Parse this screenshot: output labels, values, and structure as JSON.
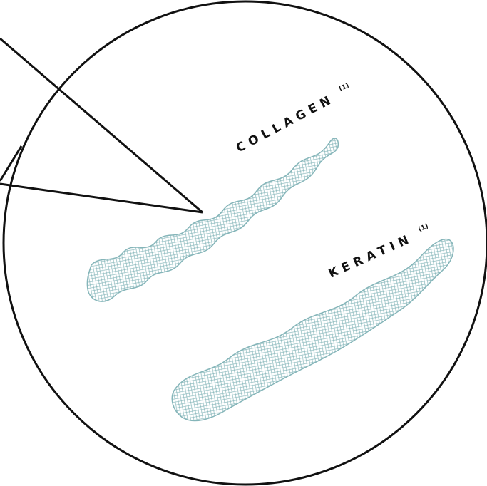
{
  "labels": {
    "collagen": {
      "name": "COLLAGEN",
      "note": "(1)"
    },
    "keratin": {
      "name": "KERATIN",
      "note": "(1)"
    }
  },
  "colors": {
    "outline": "#111111",
    "mesh": "#7fb2b6",
    "mesh_fill": "#e6f1f1"
  }
}
